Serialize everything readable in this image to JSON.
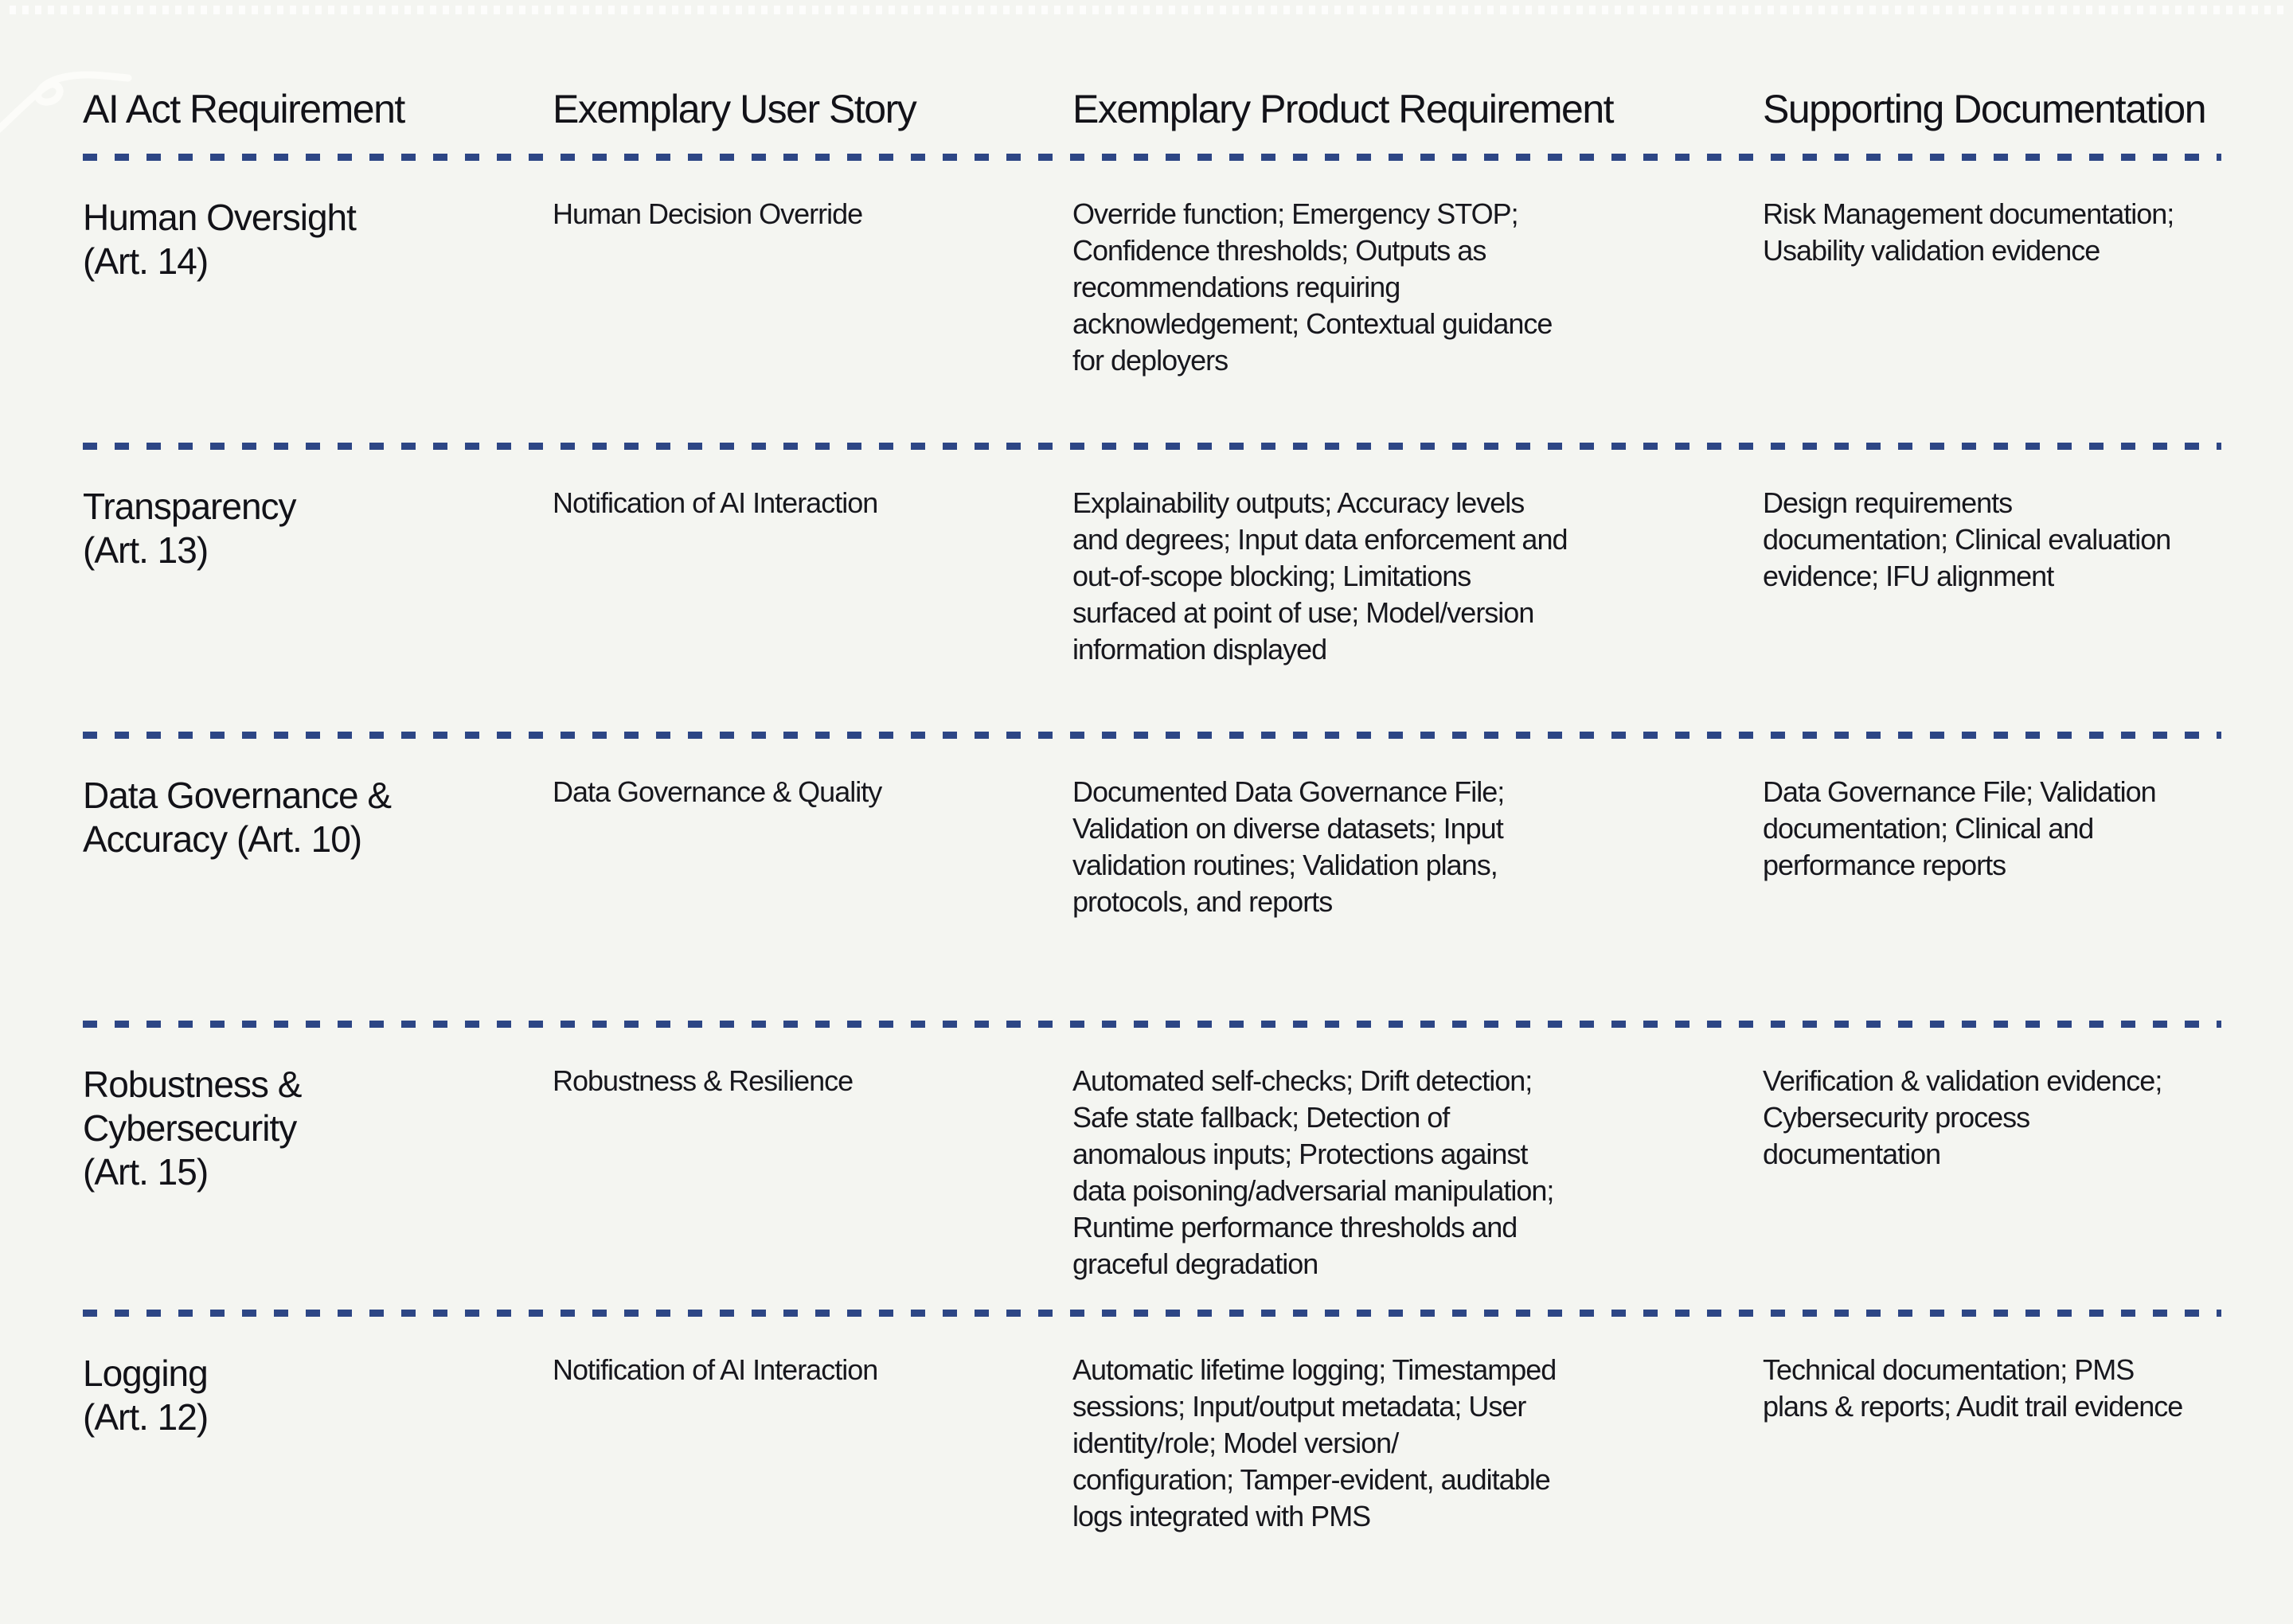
{
  "page": {
    "background_color": "#f4f5f1",
    "text_color": "#15151b",
    "dash_color": "#2d4685"
  },
  "table": {
    "columns": [
      "AI Act Requirement",
      "Exemplary User Story",
      "Exemplary Product Requirement",
      "Supporting Documentation"
    ],
    "rows": [
      {
        "requirement": [
          "Human Oversight",
          "(Art. 14)"
        ],
        "user_story": [
          "Human Decision Override"
        ],
        "product_requirement": [
          "Override function; Emergency STOP;",
          "Confidence thresholds; Outputs as",
          "recommendations requiring",
          "acknowledgement; Contextual guidance",
          "for deployers"
        ],
        "documentation": [
          "Risk Management documentation;",
          "Usability validation evidence"
        ]
      },
      {
        "requirement": [
          "Transparency",
          "(Art. 13)"
        ],
        "user_story": [
          "Notification of AI Interaction"
        ],
        "product_requirement": [
          "Explainability outputs; Accuracy levels",
          "and degrees; Input data enforcement and",
          "out-of-scope blocking; Limitations",
          "surfaced at point of use; Model/version",
          "information displayed"
        ],
        "documentation": [
          "Design requirements",
          "documentation; Clinical evaluation",
          "evidence; IFU alignment"
        ]
      },
      {
        "requirement": [
          "Data Governance &",
          "Accuracy (Art. 10)"
        ],
        "user_story": [
          "Data Governance & Quality"
        ],
        "product_requirement": [
          "Documented Data Governance File;",
          "Validation on diverse datasets; Input",
          "validation routines; Validation plans,",
          "protocols, and reports"
        ],
        "documentation": [
          "Data Governance File; Validation",
          "documentation; Clinical and",
          "performance reports"
        ]
      },
      {
        "requirement": [
          "Robustness &",
          "Cybersecurity",
          "(Art. 15)"
        ],
        "user_story": [
          "Robustness & Resilience"
        ],
        "product_requirement": [
          "Automated self-checks; Drift detection;",
          "Safe state fallback; Detection of",
          "anomalous inputs; Protections against",
          "data poisoning/adversarial manipulation;",
          "Runtime performance thresholds and",
          "graceful degradation"
        ],
        "documentation": [
          "Verification & validation evidence;",
          "Cybersecurity process",
          "documentation"
        ]
      },
      {
        "requirement": [
          "Logging",
          "(Art. 12)"
        ],
        "user_story": [
          "Notification of AI Interaction"
        ],
        "product_requirement": [
          "Automatic lifetime logging; Timestamped",
          "sessions; Input/output metadata; User",
          "identity/role; Model version/",
          "configuration; Tamper-evident, auditable",
          "logs integrated with PMS"
        ],
        "documentation": [
          "Technical documentation; PMS",
          "plans & reports; Audit trail evidence"
        ]
      }
    ]
  }
}
